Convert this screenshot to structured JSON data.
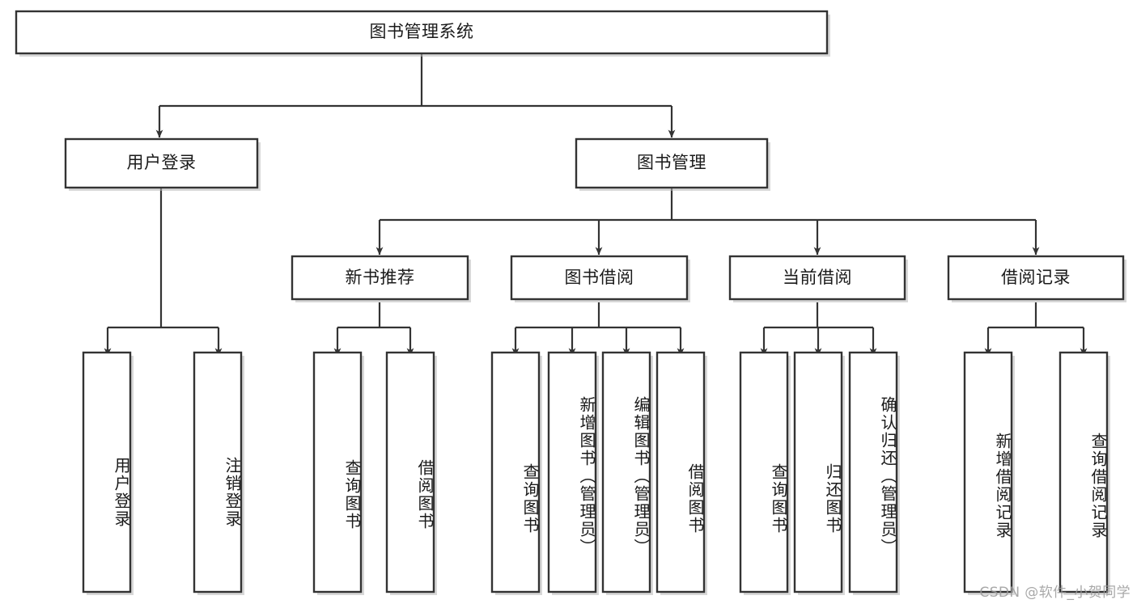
{
  "diagram": {
    "type": "tree",
    "title": "图书管理系统",
    "watermark": "CSDN @软件_小贺同学",
    "colors": {
      "background": "#ffffff",
      "box_fill": "#ffffff",
      "box_stroke": "#333333",
      "text": "#1a1a1a",
      "watermark": "#9a9a9a"
    },
    "nodes": {
      "root": {
        "label": "图书管理系统",
        "level": 1,
        "orientation": "horizontal"
      },
      "l2_1": {
        "label": "用户登录",
        "level": 2,
        "orientation": "horizontal"
      },
      "l2_2": {
        "label": "图书管理",
        "level": 2,
        "orientation": "horizontal"
      },
      "l3_1": {
        "label": "新书推荐",
        "level": 3,
        "orientation": "horizontal"
      },
      "l3_2": {
        "label": "图书借阅",
        "level": 3,
        "orientation": "horizontal"
      },
      "l3_3": {
        "label": "当前借阅",
        "level": 3,
        "orientation": "horizontal"
      },
      "l3_4": {
        "label": "借阅记录",
        "level": 3,
        "orientation": "horizontal"
      },
      "leaf_1": {
        "label": "用户登录",
        "level": 4,
        "orientation": "vertical"
      },
      "leaf_2": {
        "label": "注销登录",
        "level": 4,
        "orientation": "vertical"
      },
      "leaf_3": {
        "label": "查询图书",
        "level": 4,
        "orientation": "vertical"
      },
      "leaf_4": {
        "label": "借阅图书",
        "level": 4,
        "orientation": "vertical"
      },
      "leaf_5": {
        "label": "查询图书",
        "level": 4,
        "orientation": "vertical"
      },
      "leaf_6": {
        "label": "新增图书（管理员）",
        "level": 4,
        "orientation": "vertical"
      },
      "leaf_7": {
        "label": "编辑图书（管理员）",
        "level": 4,
        "orientation": "vertical"
      },
      "leaf_8": {
        "label": "借阅图书",
        "level": 4,
        "orientation": "vertical"
      },
      "leaf_9": {
        "label": "查询图书",
        "level": 4,
        "orientation": "vertical"
      },
      "leaf_10": {
        "label": "归还图书",
        "level": 4,
        "orientation": "vertical"
      },
      "leaf_11": {
        "label": "确认归还（管理员）",
        "level": 4,
        "orientation": "vertical"
      },
      "leaf_12": {
        "label": "新增借阅记录",
        "level": 4,
        "orientation": "vertical"
      },
      "leaf_13": {
        "label": "查询借阅记录",
        "level": 4,
        "orientation": "vertical"
      }
    },
    "edges": [
      {
        "from": "root",
        "to": "l2_1"
      },
      {
        "from": "root",
        "to": "l2_2"
      },
      {
        "from": "l2_1",
        "to": "leaf_1"
      },
      {
        "from": "l2_1",
        "to": "leaf_2"
      },
      {
        "from": "l2_2",
        "to": "l3_1"
      },
      {
        "from": "l2_2",
        "to": "l3_2"
      },
      {
        "from": "l2_2",
        "to": "l3_3"
      },
      {
        "from": "l2_2",
        "to": "l3_4"
      },
      {
        "from": "l3_1",
        "to": "leaf_3"
      },
      {
        "from": "l3_1",
        "to": "leaf_4"
      },
      {
        "from": "l3_2",
        "to": "leaf_5"
      },
      {
        "from": "l3_2",
        "to": "leaf_6"
      },
      {
        "from": "l3_2",
        "to": "leaf_7"
      },
      {
        "from": "l3_2",
        "to": "leaf_8"
      },
      {
        "from": "l3_3",
        "to": "leaf_9"
      },
      {
        "from": "l3_3",
        "to": "leaf_10"
      },
      {
        "from": "l3_3",
        "to": "leaf_11"
      },
      {
        "from": "l3_4",
        "to": "leaf_12"
      },
      {
        "from": "l3_4",
        "to": "leaf_13"
      }
    ]
  }
}
